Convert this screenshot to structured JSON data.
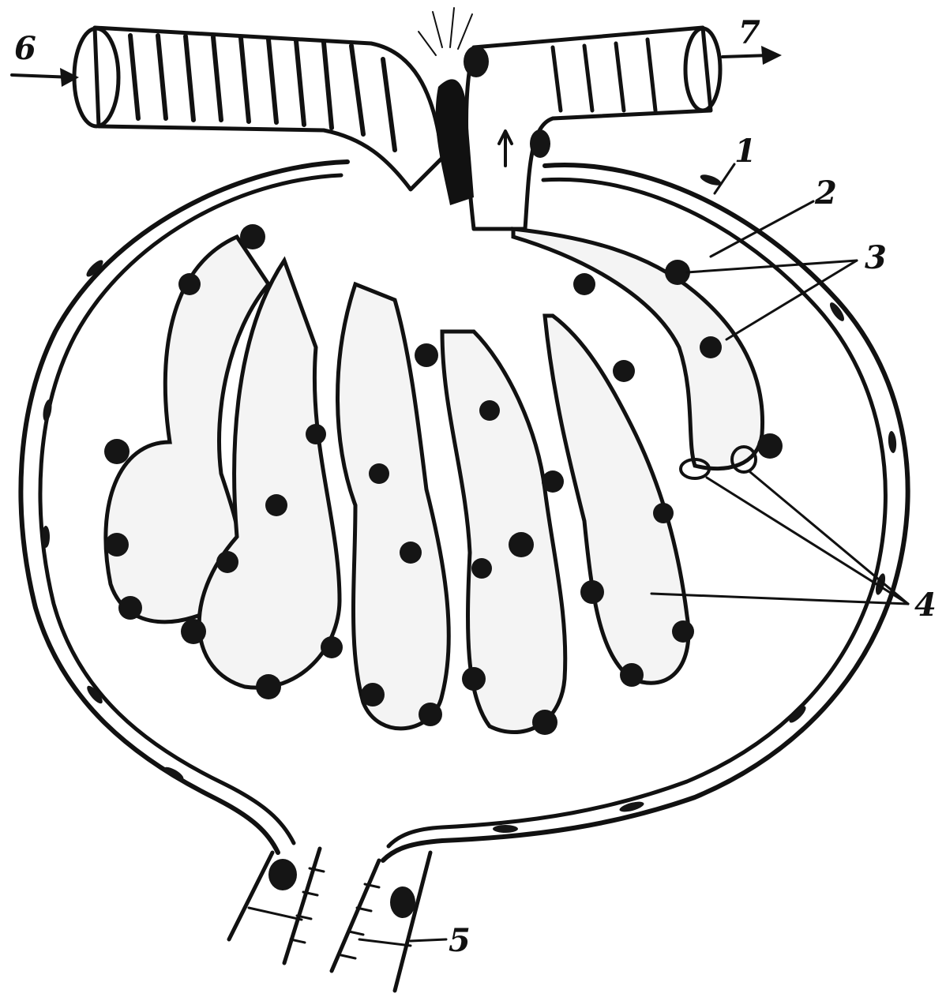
{
  "labels": {
    "capsule_outer_layer": "1",
    "capsule_space": "2",
    "podocytes": "3",
    "capillary_loops": "4",
    "proximal_tubule": "5",
    "afferent_arteriole": "6",
    "efferent_arteriole": "7"
  },
  "colors": {
    "ink": "#111111",
    "paper": "#ffffff",
    "shade": "#f4f4f4"
  }
}
